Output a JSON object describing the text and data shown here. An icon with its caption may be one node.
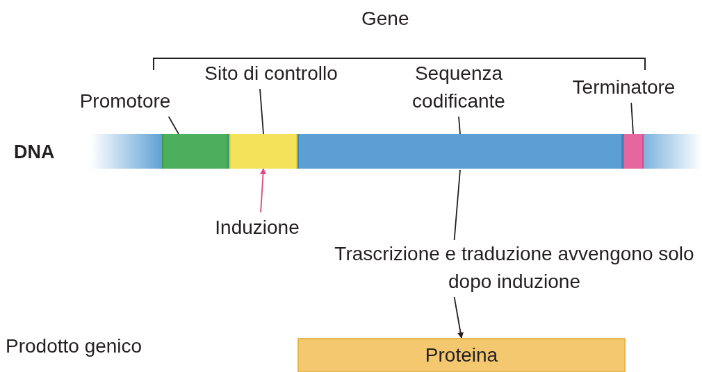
{
  "diagram": {
    "nodes": [
      {
        "text": [
          "Promotore"
        ]
      },
      {
        "text": [
          "Sito di controllo"
        ]
      },
      {
        "text": [
          "Sequenza codificante"
        ]
      },
      {
        "text": [
          "Terminatore"
        ]
      },
      {
        "text": [],
        "shape": "bar"
      },
      {
        "text": [],
        "shape": "box",
        "in": 4
      },
      {
        "text": [],
        "shape": "box",
        "in": 4
      },
      {
        "text": [],
        "shape": "box",
        "in": 4
      },
      {
        "text": [],
        "shape": "box",
        "in": 4
      },
      {
        "text": [
          "Induzione"
        ]
      },
      {
        "text": [
          "Trascrizione e traduzione avvengono solo dopo induzione"
        ]
      },
      {
        "text": [
          "Proteina"
        ]
      }
    ],
    "edges": [
      {
        "from": 0,
        "to": 5,
        "arrow": "none"
      },
      {
        "from": 1,
        "to": 6,
        "arrow": "none"
      },
      {
        "from": 2,
        "to": 7,
        "arrow": "none"
      },
      {
        "from": 3,
        "to": 8,
        "arrow": "none"
      },
      {
        "from": 9,
        "to": 6,
        "arrow": "to",
        "color": "#e0457f"
      },
      {
        "from": 7,
        "to": 10,
        "arrow": "none"
      },
      {
        "from": 10,
        "to": 11,
        "arrow": "to"
      }
    ],
    "labels": [
      "Gene",
      "DNA",
      "Prodotto genico"
    ]
  }
}
